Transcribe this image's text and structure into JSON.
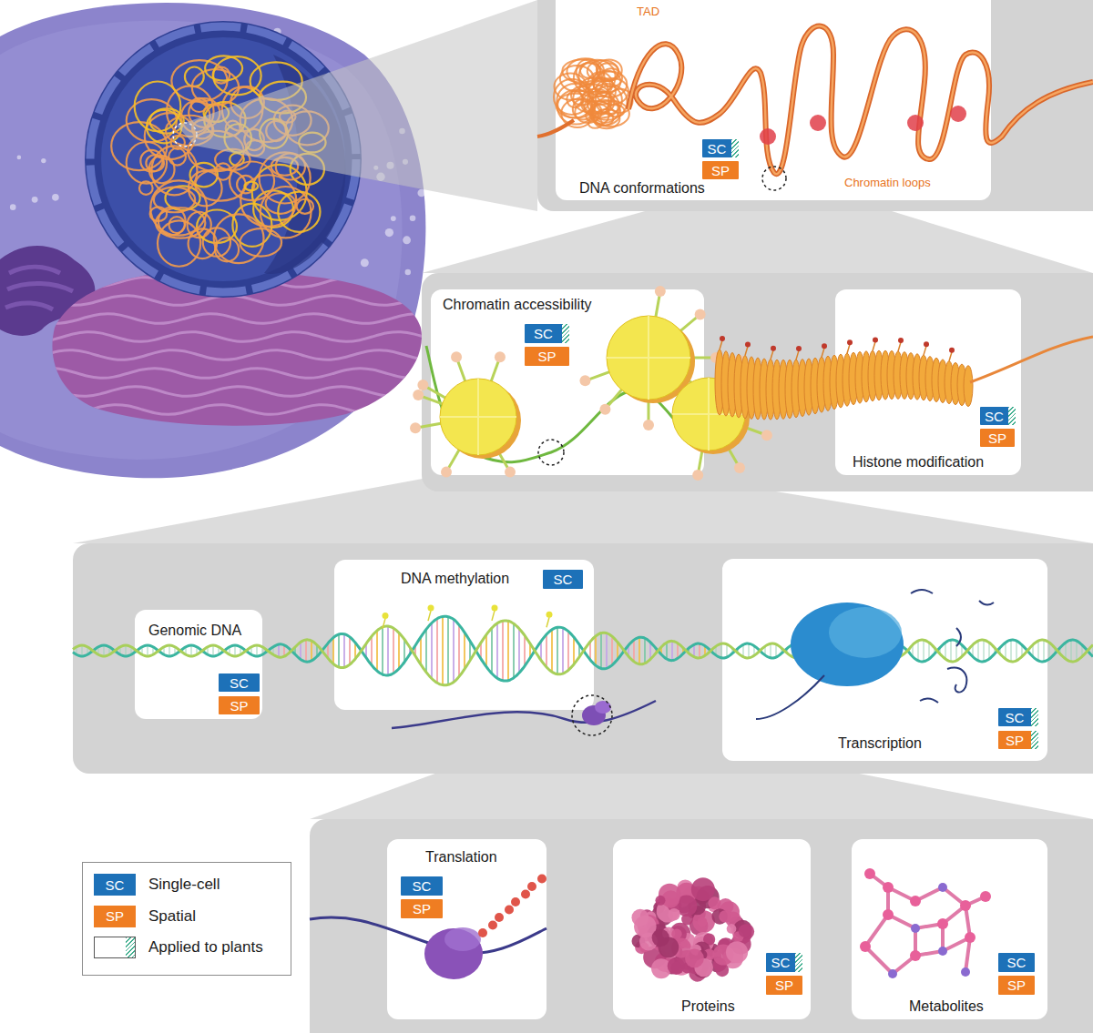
{
  "diagram": {
    "nodes": [
      {
        "text": [
          "DNA conformations"
        ]
      },
      {
        "text": [
          "SC"
        ],
        "in": 0
      },
      {
        "text": [
          "SP"
        ],
        "in": 0
      },
      {
        "text": [
          "Chromatin accessibility"
        ]
      },
      {
        "text": [
          "SC"
        ],
        "in": 3
      },
      {
        "text": [
          "SP"
        ],
        "in": 3
      },
      {
        "text": [
          "Histone modification"
        ]
      },
      {
        "text": [
          "SC"
        ],
        "in": 6
      },
      {
        "text": [
          "SP"
        ],
        "in": 6
      },
      {
        "text": [
          "Genomic DNA"
        ]
      },
      {
        "text": [
          "SC"
        ],
        "in": 9
      },
      {
        "text": [
          "SP"
        ],
        "in": 9
      },
      {
        "text": [
          "DNA methylation"
        ]
      },
      {
        "text": [
          "SC"
        ],
        "in": 12
      },
      {
        "text": [
          "Transcription"
        ]
      },
      {
        "text": [
          "SC"
        ],
        "in": 14
      },
      {
        "text": [
          "SP"
        ],
        "in": 14
      },
      {
        "text": [
          "Translation"
        ]
      },
      {
        "text": [
          "SC"
        ],
        "in": 17
      },
      {
        "text": [
          "SP"
        ],
        "in": 17
      },
      {
        "text": [
          "Proteins"
        ]
      },
      {
        "text": [
          "SC"
        ],
        "in": 20
      },
      {
        "text": [
          "SP"
        ],
        "in": 20
      },
      {
        "text": [
          "Metabolites"
        ]
      },
      {
        "text": [
          "SC"
        ],
        "in": 23
      },
      {
        "text": [
          "SP"
        ],
        "in": 23
      }
    ],
    "labels": [
      "TAD",
      "Chromatin loops",
      "SC",
      "SP"
    ],
    "legend": [
      {
        "text": "Single-cell",
        "color": "#1d71b8"
      },
      {
        "text": "Spatial",
        "color": "#ef7d22"
      },
      {
        "text": "Applied to plants"
      }
    ]
  }
}
